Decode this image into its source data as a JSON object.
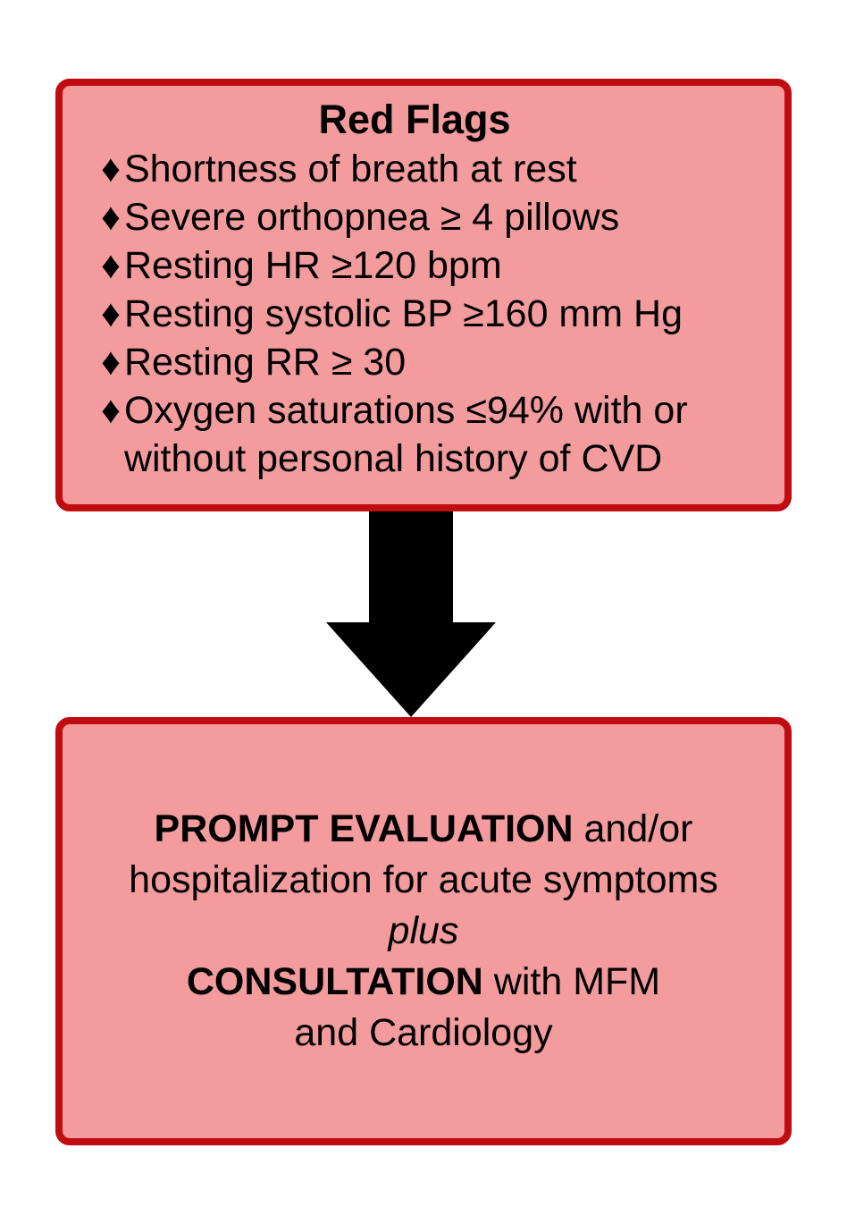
{
  "colors": {
    "page_bg": "#FFFFFF",
    "box_fill": "#F39B9D",
    "box_border": "#C00C10",
    "arrow_color": "#000000",
    "text_color": "#000000"
  },
  "top_box": {
    "title": "Red Flags",
    "bullet_glyph": "♦",
    "items": [
      "Shortness of breath at rest",
      "Severe orthopnea ≥ 4 pillows",
      "Resting HR ≥120 bpm",
      "Resting systolic BP ≥160 mm Hg",
      "Resting RR ≥ 30",
      "Oxygen saturations ≤94% with or without personal history of CVD"
    ]
  },
  "arrow": {
    "direction": "down"
  },
  "bottom_box": {
    "line1": {
      "bold": "PROMPT EVALUATION",
      "rest": " and/or"
    },
    "line2": "hospitalization for acute symptoms",
    "line3": "plus",
    "line4": {
      "bold": "CONSULTATION",
      "rest": " with MFM"
    },
    "line5": "and Cardiology"
  }
}
